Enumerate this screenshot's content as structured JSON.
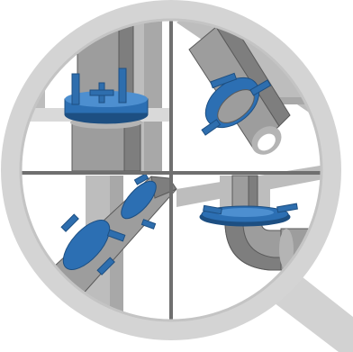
{
  "illustration": {
    "subject": "magnifier-with-pipe-collar-installations",
    "panels": [
      "top-left-vertical-through-floor",
      "top-right-angled-pipe",
      "bottom-left-diagonal-pipe",
      "bottom-right-elbow-pipe"
    ]
  },
  "colors": {
    "background": "#ffffff",
    "lens_rim": "#d4d4d4",
    "lens_inner_edge": "#c4c4c4",
    "handle": "#d2d2d2",
    "panel_bg": "#ffffff",
    "divider": "#6f6f6f",
    "pipe": "#9d9d9d",
    "pipe_shadow": "#7e7e7e",
    "pipe_light": "#b4b4b4",
    "pipe_outline": "#5a5a5a",
    "structure": "#bdbdbd",
    "structure_dark": "#a8a8a8",
    "slab": "#d9d9d9",
    "collar": "#2c6fb3",
    "collar_dark": "#1d4f82",
    "collar_light": "#4d8fd0",
    "tab": "#2e6eae"
  }
}
